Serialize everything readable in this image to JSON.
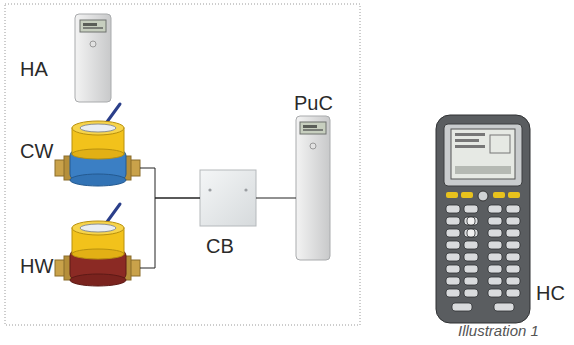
{
  "diagram": {
    "caption": "Illustration 1",
    "nodes": [
      {
        "text": [
          "HA"
        ]
      },
      {
        "text": [
          "CW"
        ]
      },
      {
        "text": [
          "HW"
        ]
      },
      {
        "text": [
          "CB"
        ]
      },
      {
        "text": [
          "PuC"
        ]
      },
      {
        "text": [
          "HC"
        ]
      }
    ],
    "edges": [
      {
        "from": 1,
        "to": 3,
        "arrow": "none"
      },
      {
        "from": 2,
        "to": 3,
        "arrow": "none"
      },
      {
        "from": 3,
        "to": 4,
        "arrow": "none"
      }
    ]
  }
}
